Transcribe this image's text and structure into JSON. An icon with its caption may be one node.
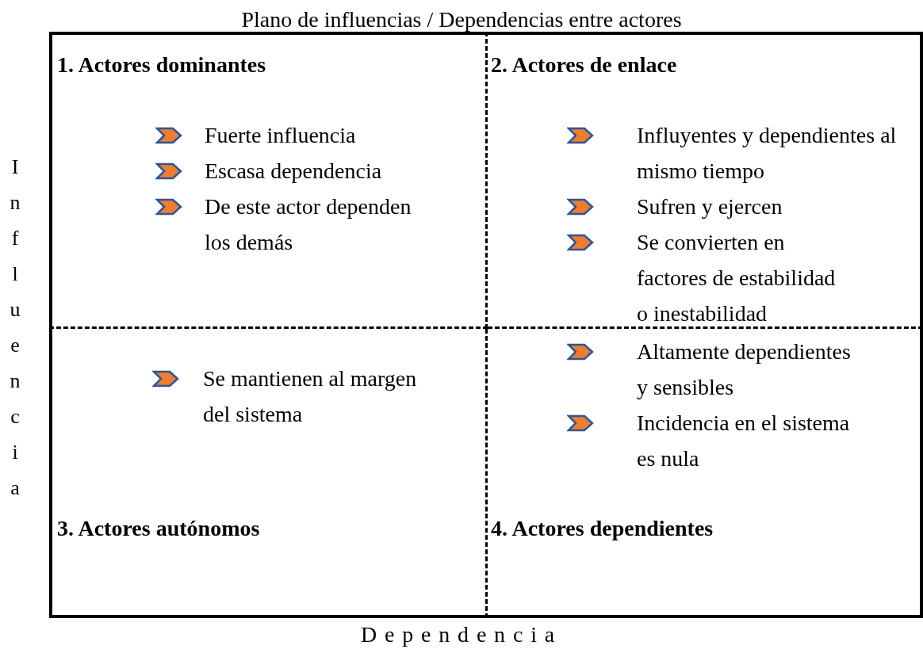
{
  "diagram": {
    "title": "Plano de influencias / Dependencias entre actores",
    "nodes": [
      {
        "text": [
          "1. Actores dominantes",
          "Fuerte influencia",
          "Escasa dependencia",
          "De este actor dependen los demás"
        ]
      },
      {
        "text": [
          "2. Actores de enlace",
          "Influyentes y dependientes al mismo tiempo",
          "Sufren y ejercen",
          "Se convierten en factores de estabilidad o inestabilidad"
        ]
      },
      {
        "text": [
          "Se mantienen al margen del sistema",
          "3. Actores autónomos"
        ]
      },
      {
        "text": [
          "Altamente dependientes y sensibles",
          "Incidencia en el sistema es nula",
          "4. Actores dependientes"
        ]
      }
    ],
    "labels": [
      "Influencia",
      "Dependencia"
    ]
  }
}
